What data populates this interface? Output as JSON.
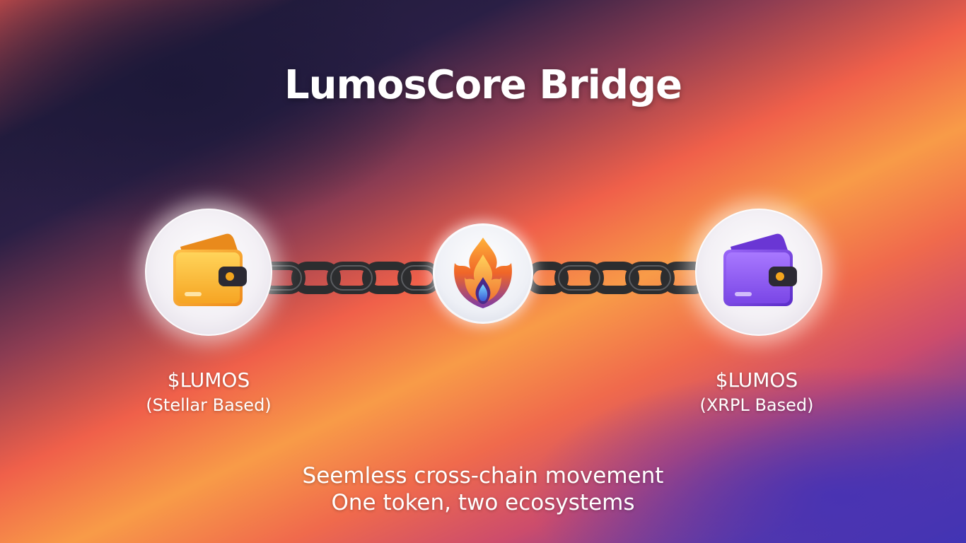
{
  "title": "LumosCore Bridge",
  "left_token": {
    "name": "$LUMOS",
    "network": "(Stellar Based)",
    "wallet_icon": "wallet-icon",
    "wallet_color": "#f7a21c"
  },
  "right_token": {
    "name": "$LUMOS",
    "network": "(XRPL Based)",
    "wallet_icon": "wallet-icon",
    "wallet_color": "#7b4ee8"
  },
  "center_logo": {
    "icon": "flame-logo-icon"
  },
  "tagline": {
    "line1": "Seemless cross-chain movement",
    "line2": "One token, two ecosystems"
  },
  "colors": {
    "text": "#ffffff",
    "chain": "#2b2b2b"
  }
}
